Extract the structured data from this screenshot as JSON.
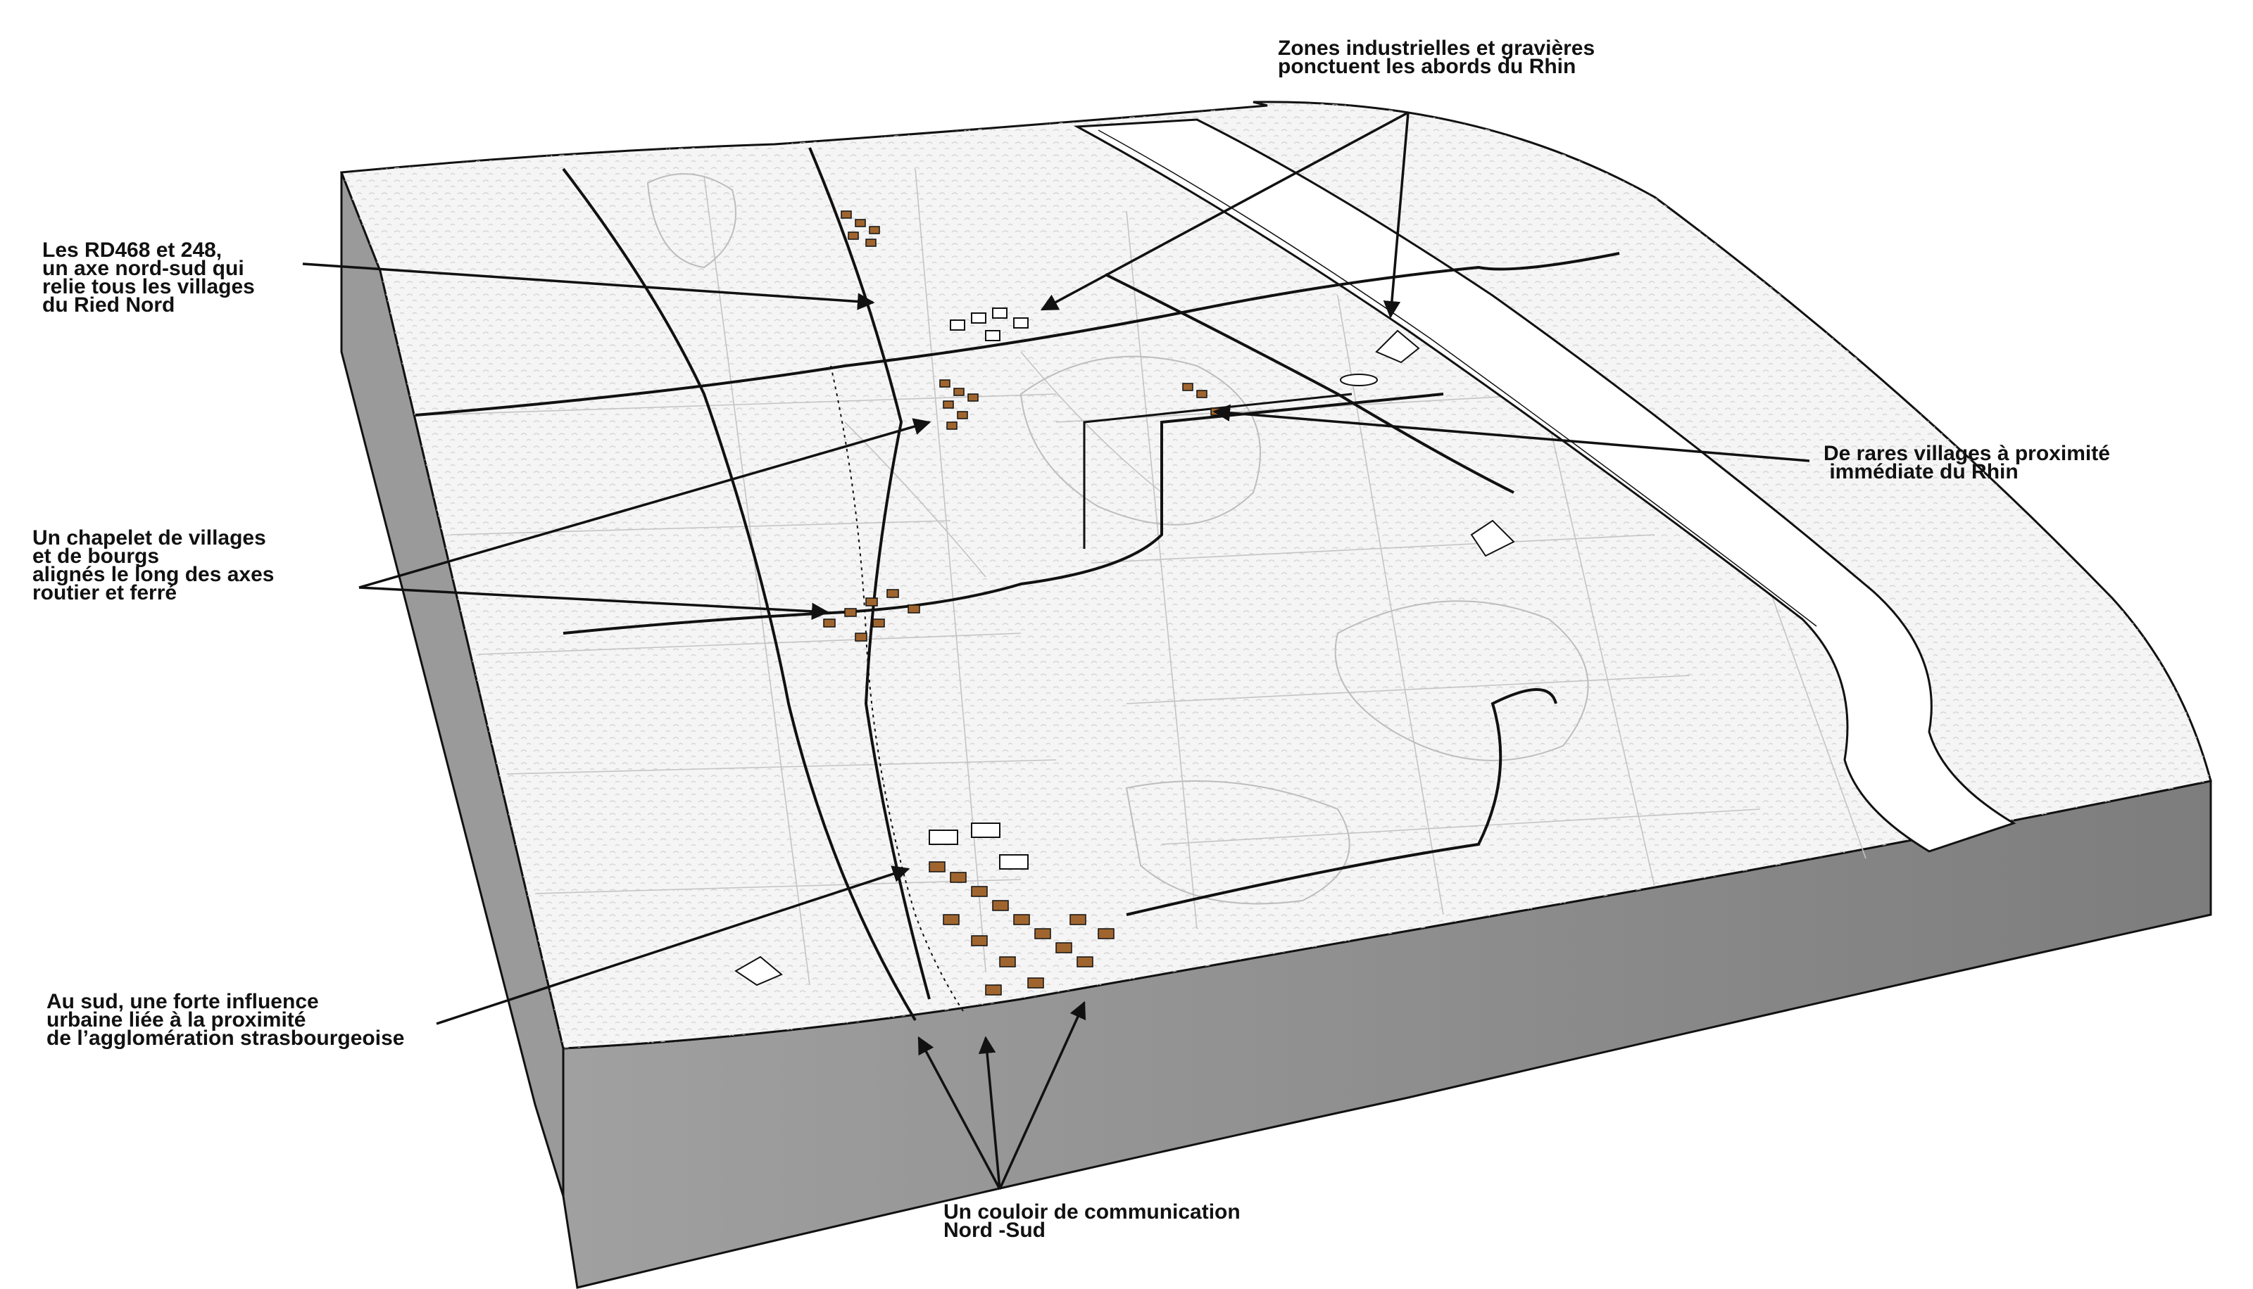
{
  "annotations": {
    "rhin_industrial": [
      "Zones industrielles et gravières",
      "ponctuent les abords du Rhin"
    ],
    "rd468": [
      "Les RD468 et 248,",
      "un axe nord-sud qui",
      "relie tous les villages",
      "du Ried Nord"
    ],
    "rare_villages": [
      "De rares villages à proximité",
      " immédiate du Rhin"
    ],
    "chapelet": [
      "Un chapelet de villages",
      "et de bourgs",
      "alignés le long des axes",
      "routier et ferré"
    ],
    "sud": [
      "Au sud, une forte influence",
      "urbaine liée à la proximité",
      "de l’agglomération strasbourgeoise"
    ],
    "couloir": [
      "Un couloir de communication",
      "Nord -Sud"
    ]
  },
  "colors": {
    "ink": "#111111",
    "block_side": "#8a8a8a",
    "block_side_light": "#a8a8a8",
    "terrain": "#f4f4f4",
    "river": "#ffffff",
    "roof": "#a0652e"
  },
  "icons": [
    "block-diagram-terrain",
    "river-rhin",
    "road",
    "railway",
    "village-houses",
    "industrial-zone",
    "gravel-pit"
  ]
}
